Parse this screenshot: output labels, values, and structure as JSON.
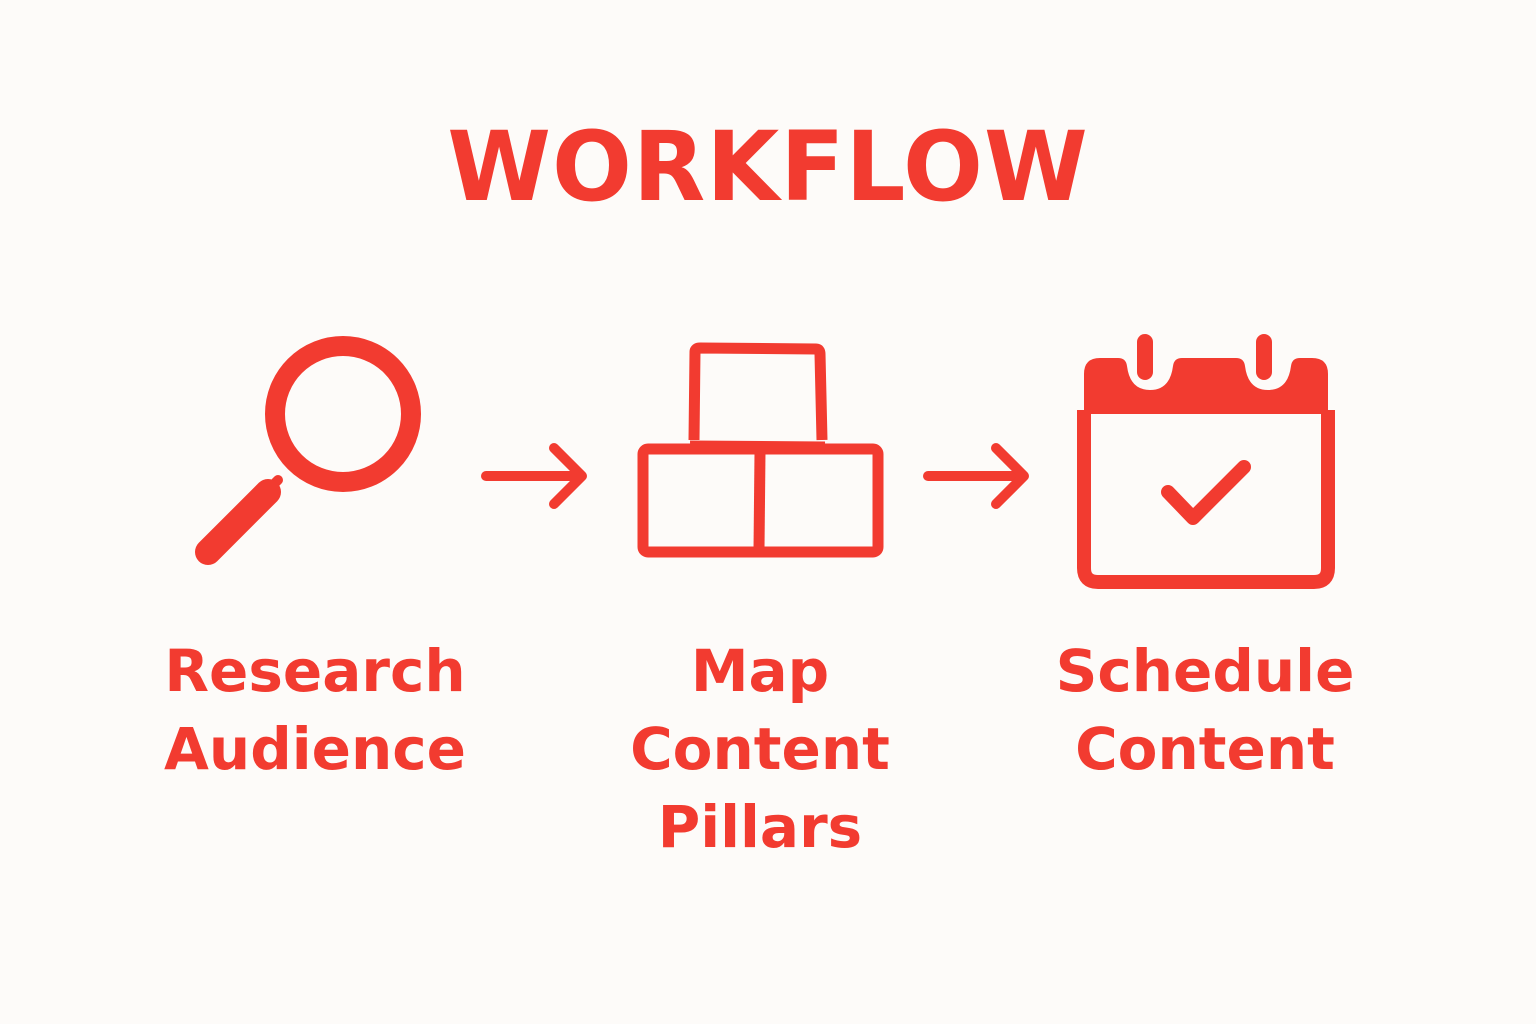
{
  "title": "WORKFLOW",
  "colors": {
    "background": "#fdfbf9",
    "accent": "#f23b30"
  },
  "steps": [
    {
      "icon": "magnifying-glass-icon",
      "label_lines": [
        "Research",
        "Audience"
      ]
    },
    {
      "icon": "stacked-blocks-icon",
      "label_lines": [
        "Map",
        "Content",
        "Pillars"
      ]
    },
    {
      "icon": "calendar-check-icon",
      "label_lines": [
        "Schedule",
        "Content"
      ]
    }
  ],
  "connectors": [
    {
      "icon": "arrow-right-icon",
      "from": "Research Audience",
      "to": "Map Content Pillars"
    },
    {
      "icon": "arrow-right-icon",
      "from": "Map Content Pillars",
      "to": "Schedule Content"
    }
  ]
}
